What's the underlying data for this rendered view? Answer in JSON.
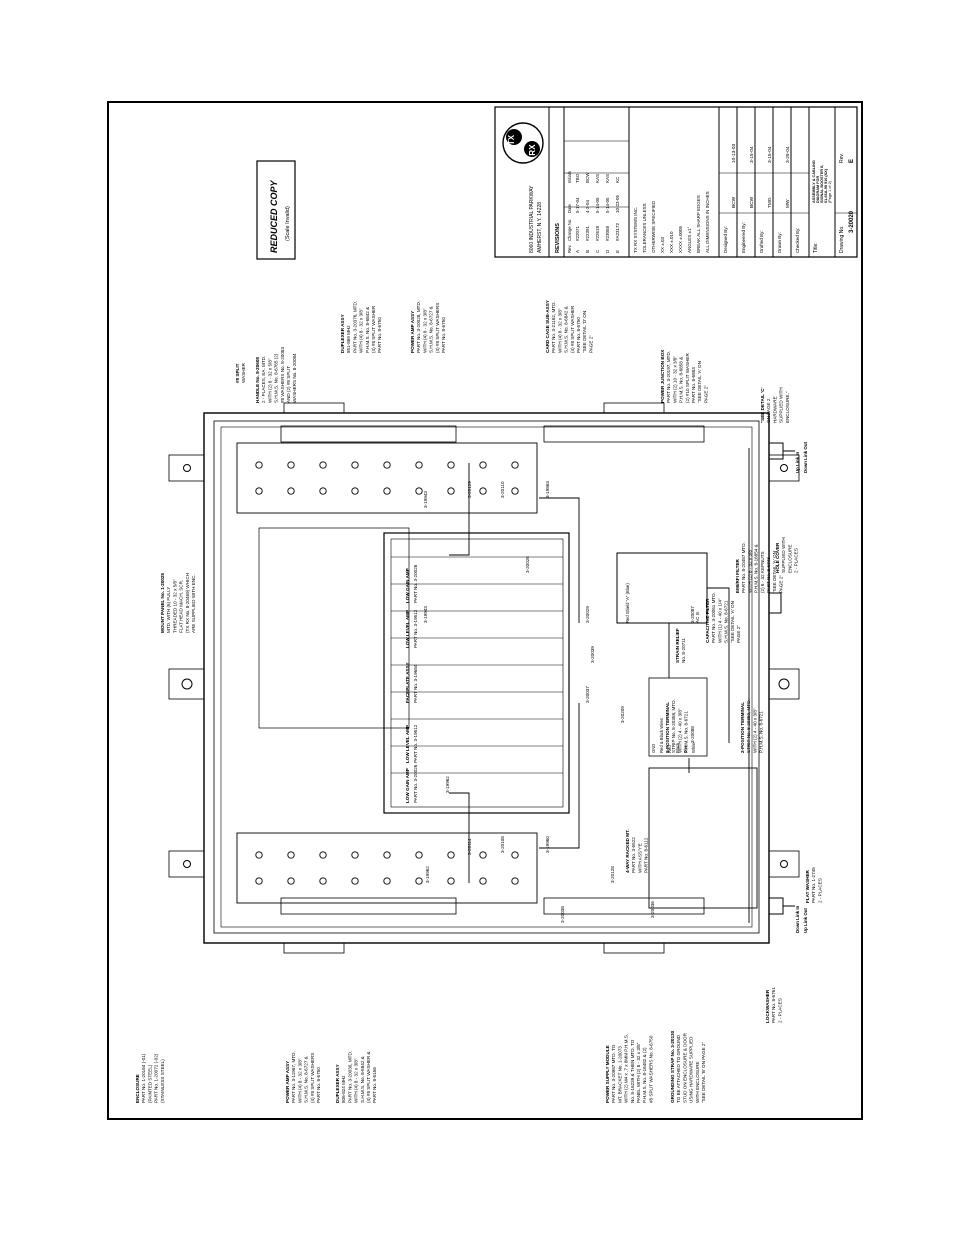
{
  "reduced_copy": {
    "title": "REDUCED COPY",
    "subtitle": "(Scale Invalid)"
  },
  "title_block": {
    "company_lines": [
      "8060 INDUSTRIAL PARKWAY",
      "AMHERST, N.Y. 14228"
    ],
    "logo_text": [
      "TX",
      "RX"
    ],
    "revisions_header": "REVISIONS",
    "revision_columns": [
      "Rev.",
      "Change No.",
      "Date",
      "Initials"
    ],
    "revisions": [
      [
        "A",
        "#22071",
        "5-17-04",
        "TBO"
      ],
      [
        "B",
        "#22391",
        "4-2-04",
        "BCW"
      ],
      [
        "C",
        "#22618",
        "5-14-05",
        "KAS"
      ],
      [
        "D",
        "#23058",
        "5-14-05",
        "KAS"
      ],
      [
        "E",
        "#A23172",
        "10-23-05",
        "KC"
      ]
    ],
    "tolerance_lines": [
      "TX RX SYSTEMS INC.",
      "TOLERANCES UNLESS",
      "OTHERWISE SPECIFIED",
      "XX    ±.03",
      "XXX   ±.010",
      "XXXX  ±.0005",
      "ANGLES ±1°",
      "BREAK ALL SHARP EDGES",
      "ALL DIMENSIONS IN INCHES"
    ],
    "signatures": [
      {
        "label": "Designed By:",
        "name": "BCW",
        "date": "10-13-03"
      },
      {
        "label": "Engineered By:",
        "name": "BCW",
        "date": "3-15-04"
      },
      {
        "label": "Drafted By:",
        "name": "TMG",
        "date": "3-15-04"
      },
      {
        "label": "Drawn By:",
        "name": "MW",
        "date": "3-29-04"
      },
      {
        "label": "Checked By:",
        "name": "",
        "date": ""
      }
    ],
    "title_label": "Title:",
    "title_lines": [
      "ASSEMBLY & CABLING",
      "DIAGRAM FOR",
      "SIGNAL BOOSTER II,",
      "61-66A-90 916 (XX)",
      "(Page 1 of 2)"
    ],
    "drawing_no_label": "Drawing No.",
    "drawing_no": "3-20020",
    "rev_label": "Rev.",
    "rev_value": "E"
  },
  "enclosure": {
    "module_labels": [
      "3-19943",
      "3-19943",
      "3-19962",
      "3-19962",
      "3-19863",
      "3-19960",
      "3-20129",
      "3-20114",
      "3-20110",
      "3-20108",
      "3-20128",
      "3-20026",
      "3-20029",
      "3-20037",
      "3-20039",
      "3-20087",
      "3-20088",
      "3-20209",
      "3-20038",
      "3-20036"
    ],
    "card_cage_slots": [
      "LOW GAIN AMP",
      "LOW LEVEL AMP",
      "FACEPLATE ASSY",
      "LOW LEVEL AMP",
      "LOW GAIN AMP"
    ],
    "card_cage_parts": [
      "PART No. 3-20026",
      "PART No. 3-19512",
      "PART No. 3-19684",
      "PART No. 3-19512",
      "PART No. 3-20026"
    ],
    "junction_box": {
      "label_primary": "Red Shield \"A\" (Blue)",
      "label_secondary": "AC In"
    },
    "terminal_labels": [
      "GND",
      "Red & Black Wires",
      "Red",
      "Black",
      "Blue",
      "White"
    ],
    "connector_labels": [
      "Up Link In",
      "Down Link Out",
      "Down Link In",
      "Up Link Out"
    ]
  },
  "callouts": [
    {
      "name": "enclosure",
      "lines": [
        "ENCLOSURE",
        "PART No. 1-20164 (-01)",
        "(PAINTED STEEL)",
        "PART No. 1-20072 (-02)",
        "(STAINLESS STEEL)"
      ]
    },
    {
      "name": "power-amp-left",
      "lines": [
        "POWER AMP ASSY",
        "PART No. 3-11967, MTD.",
        "WITH (4) 8 - 32 x 3/8\"",
        "S.H.M.S. No. 8-6727 &",
        "(4) #8 SPLIT WASHERS",
        "PART No. 8-6750"
      ]
    },
    {
      "name": "duplexer-left",
      "lines": [
        "DUPLEXER ASSY",
        "806-824 MHz",
        "PART No. 3-20030, MTD.",
        "WITH (4) 8 - 32 x 3/8\"",
        "S.H.M.S. No. 8-6842 &",
        "(4) #8 SPLIT WASHER &",
        "PART No. 8-6156"
      ]
    },
    {
      "name": "power-supply",
      "lines": [
        "POWER SUPPLY MODULE",
        "PART No. 3-20987 MTD. TO",
        "MT. BRACKET No. 1-20073",
        "WITH (2) M4 x .7 x 8MM P.H.M.S.",
        "No. 8-16239 & THEN MTD. TO",
        "PANEL WITH (2) 8 - 32 x 3/8\"",
        "P.H.M.S. No. 8-16482 & (2)",
        "#8 SPLIT WASHERS No. 8-6750"
      ]
    },
    {
      "name": "grounding-strap",
      "lines": [
        "GROUNDING STRAP No. 3-20130",
        "TO BE ATTACHED TO GROUND",
        "STUD ON ENCLOSURE & DOOR",
        "USING HARDWARE SUPPLIED",
        "WITH ENCLOSURE",
        "\"SEE DETAIL 'B' ON PAGE 2\""
      ]
    },
    {
      "name": "lockwasher",
      "lines": [
        "LOCKWASHER",
        "PART No. 8-6761",
        "2 - PLACES"
      ]
    },
    {
      "name": "flat-washer",
      "lines": [
        "FLAT WASHER",
        "PART No. 1-2745",
        "2 - PLACES"
      ]
    },
    {
      "name": "rack-mount",
      "lines": [
        "4-WAY RACKED MT.",
        "PART No. 3-6522",
        "WITH ASS'Y'E",
        "PART No. 8-6112"
      ]
    },
    {
      "name": "terminal-strip-8",
      "lines": [
        "8-POSITION TERMINAL",
        "STRIP No. 8-20358, MTD.",
        "WITH (2) 4 - 40 x 3/8\"",
        "P.H.M.S. No. 8-6721"
      ]
    },
    {
      "name": "terminal-strip-2",
      "lines": [
        "2-POSITION TERMINAL",
        "STRIP No. 8-20359, MTD.",
        "WITH (2) 4 - 40 x 3/8\"",
        "P.H.M.S. No. 8-6721"
      ]
    },
    {
      "name": "capacitive-filter",
      "lines": [
        "CAPACITIVE FILTER",
        "PART No. 3-20061 MTD.",
        "WITH (1) 4 - 40 x 1/4\"",
        "S.H.M.S. No. 8-6721",
        "\"SEE DETAIL 'A' ON",
        "PAGE 2\""
      ]
    },
    {
      "name": "strain-relief",
      "lines": [
        "STRAIN RELIEF",
        "No. 8-20711"
      ]
    },
    {
      "name": "emi-filter",
      "lines": [
        "EMI/RFI FILTER",
        "PART No. 8-20487 MTD.",
        "WITH (2) 6 - 32 x 3/8\"",
        "P.H.M.S. No. 8-16854 &",
        "(2) 6 - 32 KEPNUTS",
        "PART No. 8-6743",
        "\"SEE DETAIL 'A' ON",
        "PAGE 2\""
      ]
    },
    {
      "name": "power-junction",
      "lines": [
        "POWER JUNCTION BOX",
        "PART No. 3-20197, MTD.",
        "WITH (2) 10 - 32 x 3/8\"",
        "P.H.M.S. No. 8-6858 &",
        "(2) #10 SPLIT WASHER",
        "PART No. 8-6883",
        "\"SEE DETAIL 'A' ON",
        "PAGE 2\""
      ]
    },
    {
      "name": "hole-cover",
      "lines": [
        "HOLE COVER",
        "SUPPLIED WITH",
        "ENCLOSURE",
        "2 - PLACES"
      ]
    },
    {
      "name": "see-detail-c",
      "lines": [
        "\"SEE DETAIL 'C'",
        "ON PAGE 2",
        "HARDWARE",
        "SUPPLIED WITH",
        "ENCLOSURE.\""
      ]
    },
    {
      "name": "card-cage",
      "lines": [
        "CARD CAGE SUB-ASSY",
        "PART No. 3-21162, MTD.",
        "WITH (4) 8 - 32 x 3/8\"",
        "S.H.M.S. No. 8-6842 &",
        "(4) #8 SPLIT WASHER",
        "PART No. 8-6750",
        "\"SEE DETAIL 'D' ON",
        "PAGE 2\""
      ]
    },
    {
      "name": "power-amp-right",
      "lines": [
        "POWER AMP ASSY",
        "PART No. 3-20028, MTD.",
        "WITH (4) 8 - 32 x 3/8\"",
        "S.H.M.S. No. 8-6727 &",
        "(4) #8 SPLIT WASHERS",
        "PART No. 8-6750"
      ]
    },
    {
      "name": "duplexer-right",
      "lines": [
        "DUPLEXER ASSY",
        "851-869 MHz",
        "PART No. 3-20376, MTD.",
        "WITH (4) 8 - 32 x 3/8\"",
        "P.H.M.S. No. 8-6842 &",
        "(4) #8 SPLIT WASHER",
        "PART No. 8-6750"
      ]
    },
    {
      "name": "split-washer",
      "lines": [
        "#8 SPLIT",
        "WASHER"
      ]
    },
    {
      "name": "handle",
      "lines": [
        "HANDLE No. 8-20608",
        "2 - PLACES, EA. MTD.",
        "WITH (2) 8 - 32 x 5/8\"",
        "S.H.M.S. No. 8-6765 (2)",
        "#8 WASHERS No. 8-20083",
        "AND (2) #8 SPLIT",
        "WASHERS No. 8-20084"
      ]
    },
    {
      "name": "mount-panel",
      "lines": [
        "MOUNT PANEL No. 1-20025",
        "MTD. WITH (6) FULLY",
        "THREADED 10 - 32 x 5/8\"",
        "FLAT HEAD MACH. SCR.",
        "(TX RX No. 8-20469) WHICH",
        "ARE SUPPLIED WITH ENC."
      ]
    }
  ]
}
